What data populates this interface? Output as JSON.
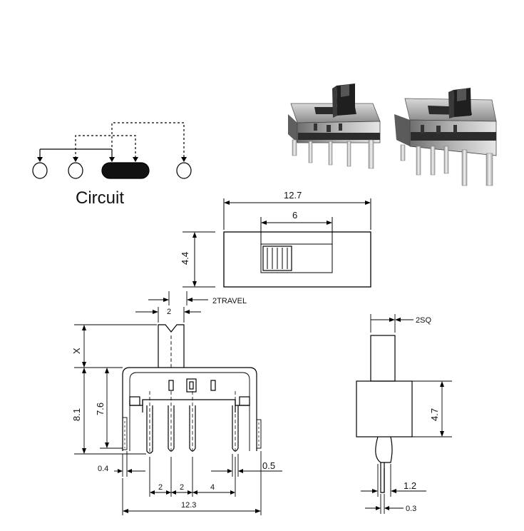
{
  "circuit": {
    "label": "Circuit"
  },
  "top_view": {
    "width": "12.7",
    "slot": "6",
    "height": "4.4"
  },
  "front_view": {
    "actuator_width": "2",
    "travel": "2TRAVEL",
    "actuator_height": "X",
    "total_height": "8.1",
    "body_height": "7.6",
    "lug_thickness": "0.4",
    "pitch_1": "2",
    "pitch_2": "2",
    "pitch_3": "4",
    "pin_width": "0.5",
    "total_width": "12.3"
  },
  "side_view": {
    "actuator_sq": "2SQ",
    "body_height": "4.7",
    "pin_width": "1.2",
    "pin_thickness": "0.3"
  },
  "photo": {
    "description_icon": "slide-switch-photo"
  }
}
